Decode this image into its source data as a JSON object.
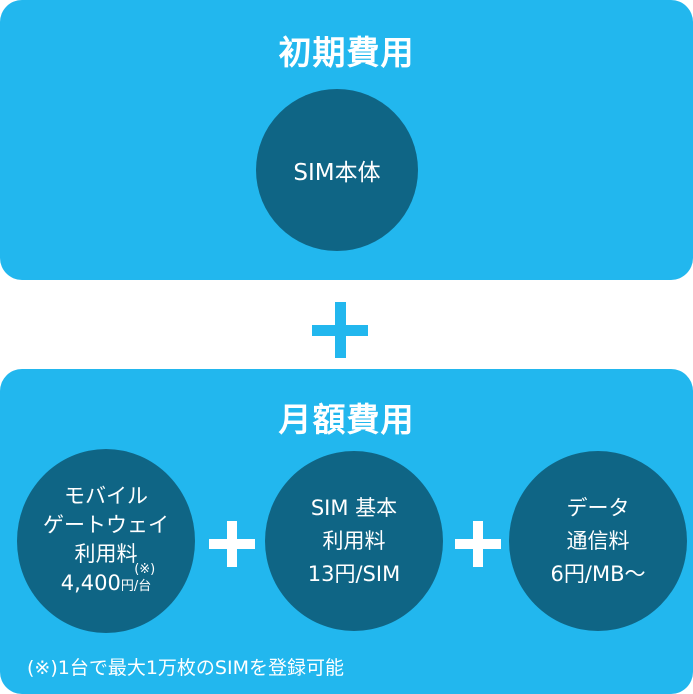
{
  "colors": {
    "panel_bg": "#22b7ee",
    "circle_bg": "#0f6585",
    "text": "#ffffff",
    "page_bg": "#ffffff"
  },
  "initial_cost": {
    "title": "初期費用",
    "items": [
      {
        "label": "SIM本体"
      }
    ]
  },
  "plus_icon": "plus-icon",
  "monthly_cost": {
    "title": "月額費用",
    "items": [
      {
        "line1": "モバイル",
        "line2": "ゲートウェイ",
        "line3": "利用料",
        "price": "4,400",
        "unit": "円/台",
        "note_mark": "(※)"
      },
      {
        "line1": "SIM 基本",
        "line2": "利用料",
        "price": "13円/SIM"
      },
      {
        "line1": "データ",
        "line2": "通信料",
        "price": "6円/MB〜"
      }
    ],
    "footnote": "(※)1台で最大1万枚のSIMを登録可能"
  }
}
